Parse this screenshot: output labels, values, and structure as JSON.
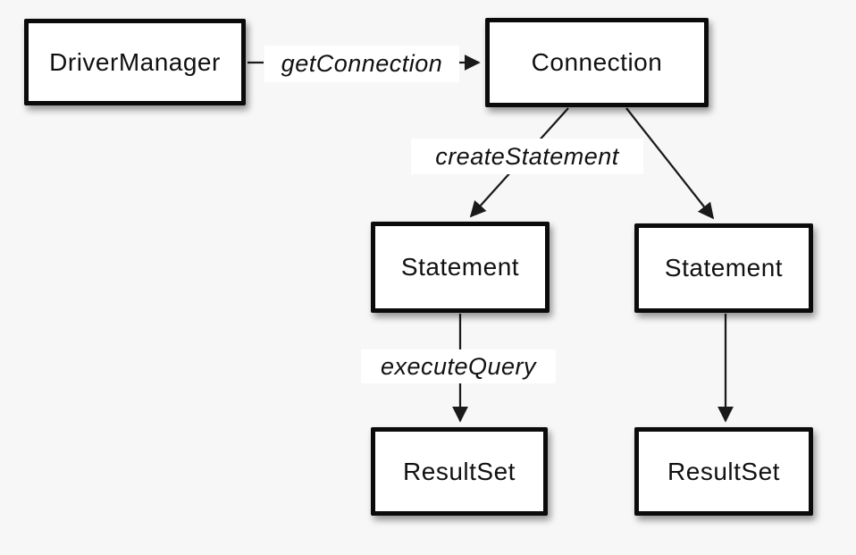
{
  "diagram": {
    "nodes": {
      "driver_manager": {
        "label": "DriverManager"
      },
      "connection": {
        "label": "Connection"
      },
      "statement_left": {
        "label": "Statement"
      },
      "statement_right": {
        "label": "Statement"
      },
      "resultset_left": {
        "label": "ResultSet"
      },
      "resultset_right": {
        "label": "ResultSet"
      }
    },
    "edge_labels": {
      "get_connection": "getConnection",
      "create_statement": "createStatement",
      "execute_query": "executeQuery"
    },
    "edges": [
      {
        "from": "DriverManager",
        "to": "Connection",
        "label": "getConnection"
      },
      {
        "from": "Connection",
        "to": "Statement (left)",
        "label": "createStatement"
      },
      {
        "from": "Connection",
        "to": "Statement (right)",
        "label": ""
      },
      {
        "from": "Statement (left)",
        "to": "ResultSet (left)",
        "label": "executeQuery"
      },
      {
        "from": "Statement (right)",
        "to": "ResultSet (right)",
        "label": ""
      }
    ],
    "colors": {
      "background": "#f7f7f7",
      "box_fill": "#ffffff",
      "box_border": "#0b0b0b",
      "line": "#1a1a1a",
      "text": "#111111"
    }
  }
}
